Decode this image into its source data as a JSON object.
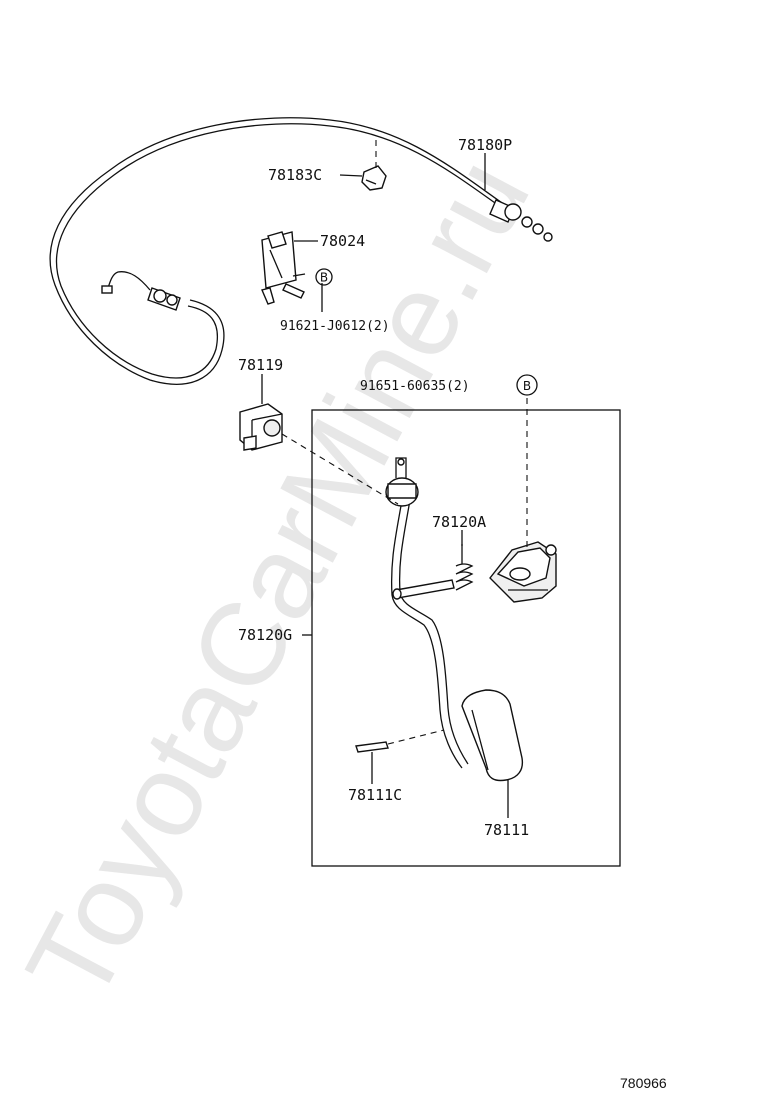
{
  "watermark": "ToyotaCarMine.ru",
  "drawing_code": "780966",
  "ref_mark": "B",
  "labels": {
    "p78180P": "78180P",
    "p78183C": "78183C",
    "p78024": "78024",
    "p91621": "91621-J0612(2)",
    "p78119": "78119",
    "p91651": "91651-60635(2)",
    "p78120A": "78120A",
    "p78120G": "78120G",
    "p78111C": "78111C",
    "p78111": "78111"
  }
}
